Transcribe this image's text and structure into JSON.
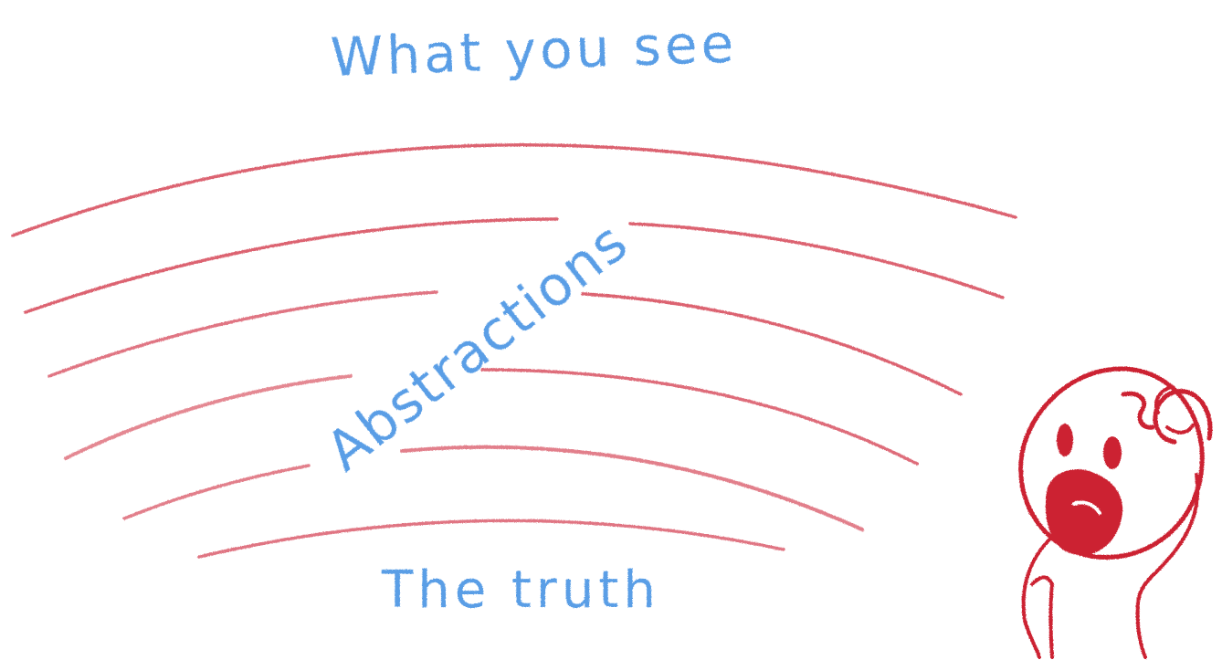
{
  "labels": {
    "top": "What you see",
    "middle": "Abstractions",
    "bottom": "The truth"
  },
  "colors": {
    "text": "#5a9ee6",
    "lines": "#d64858",
    "figure": "#cc2233",
    "background": "#ffffff"
  },
  "figure": {
    "description_icon": "confused-person-icon"
  }
}
